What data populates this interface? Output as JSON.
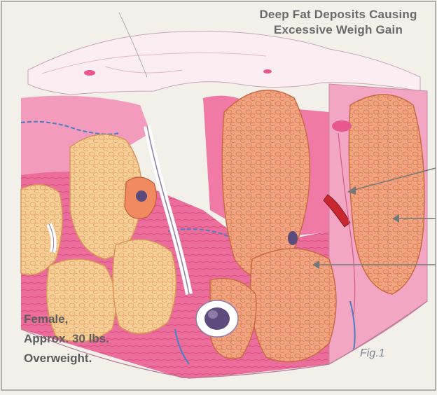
{
  "title": {
    "line1": "Deep Fat Deposits Causing",
    "line2": "Excessive Weigh Gain"
  },
  "caption": {
    "line1": "Female,",
    "line2": "Approx. 30 lbs.",
    "line3": "Overweight."
  },
  "figure_label": "Fig.1",
  "colors": {
    "background": "#f3efe9",
    "skin_surface": "#fbeef2",
    "dermis_pink": "#e8588e",
    "dermis_light": "#f29bbd",
    "fat_lobule": "#f5c98e",
    "fat_lobule_outline": "#e6a36a",
    "deep_fat": "#f0a27b",
    "vessel_blue": "#4a7fc4",
    "follicle_purple": "#5d4b7e",
    "arrow_gray": "#777777"
  }
}
